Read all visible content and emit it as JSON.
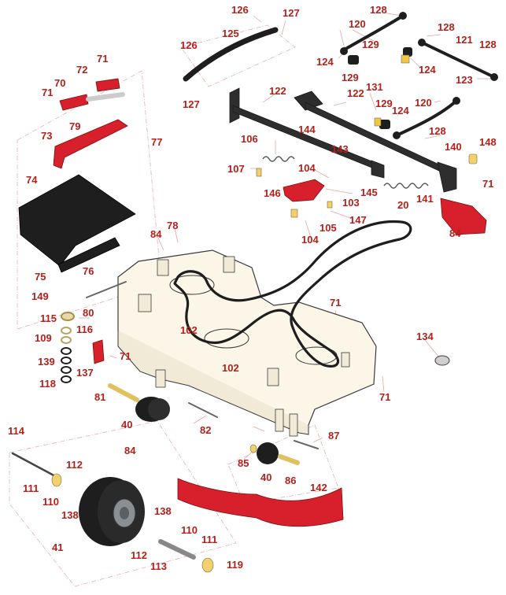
{
  "colors": {
    "callout": "#b3211b",
    "part_red": "#d7202b",
    "part_black": "#1e1e1e",
    "deck_fill": "#fbf6e8",
    "leader": "#e6a3a3"
  },
  "callouts": [
    "126",
    "127",
    "128",
    "120",
    "128",
    "125",
    "126",
    "129",
    "121",
    "128",
    "124",
    "124",
    "129",
    "123",
    "127",
    "122",
    "131",
    "122",
    "129",
    "124",
    "120",
    "128",
    "71",
    "72",
    "70",
    "71",
    "79",
    "77",
    "73",
    "144",
    "143",
    "140",
    "148",
    "106",
    "107",
    "104",
    "146",
    "145",
    "103",
    "141",
    "71",
    "147",
    "105",
    "104",
    "20",
    "84",
    "74",
    "78",
    "84",
    "75",
    "76",
    "149",
    "80",
    "115",
    "116",
    "109",
    "139",
    "137",
    "118",
    "71",
    "102",
    "71",
    "134",
    "102",
    "81",
    "71",
    "40",
    "82",
    "114",
    "87",
    "84",
    "112",
    "85",
    "40",
    "86",
    "111",
    "142",
    "110",
    "138",
    "138",
    "110",
    "41",
    "111",
    "112",
    "113",
    "119"
  ]
}
